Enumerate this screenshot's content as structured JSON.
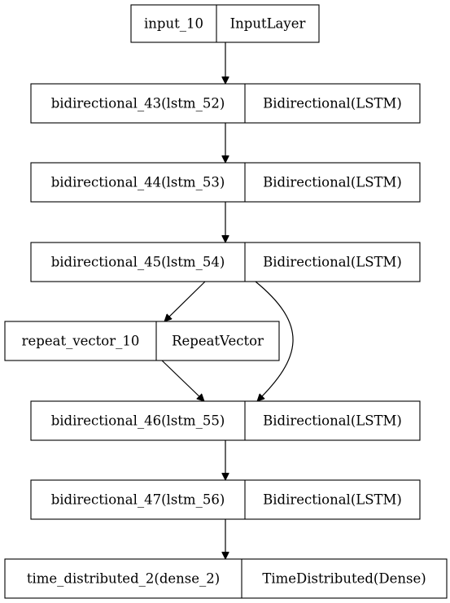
{
  "nodes": [
    {
      "id": "input_10",
      "name": "input_10",
      "type": "InputLayer"
    },
    {
      "id": "bidirectional_43",
      "name": "bidirectional_43(lstm_52)",
      "type": "Bidirectional(LSTM)"
    },
    {
      "id": "bidirectional_44",
      "name": "bidirectional_44(lstm_53)",
      "type": "Bidirectional(LSTM)"
    },
    {
      "id": "bidirectional_45",
      "name": "bidirectional_45(lstm_54)",
      "type": "Bidirectional(LSTM)"
    },
    {
      "id": "repeat_vector_10",
      "name": "repeat_vector_10",
      "type": "RepeatVector"
    },
    {
      "id": "bidirectional_46",
      "name": "bidirectional_46(lstm_55)",
      "type": "Bidirectional(LSTM)"
    },
    {
      "id": "bidirectional_47",
      "name": "bidirectional_47(lstm_56)",
      "type": "Bidirectional(LSTM)"
    },
    {
      "id": "time_distributed_2",
      "name": "time_distributed_2(dense_2)",
      "type": "TimeDistributed(Dense)"
    }
  ],
  "edges": [
    {
      "from": "input_10",
      "to": "bidirectional_43"
    },
    {
      "from": "bidirectional_43",
      "to": "bidirectional_44"
    },
    {
      "from": "bidirectional_44",
      "to": "bidirectional_45"
    },
    {
      "from": "bidirectional_45",
      "to": "repeat_vector_10"
    },
    {
      "from": "bidirectional_45",
      "to": "bidirectional_46"
    },
    {
      "from": "repeat_vector_10",
      "to": "bidirectional_46"
    },
    {
      "from": "bidirectional_46",
      "to": "bidirectional_47"
    },
    {
      "from": "bidirectional_47",
      "to": "time_distributed_2"
    }
  ]
}
